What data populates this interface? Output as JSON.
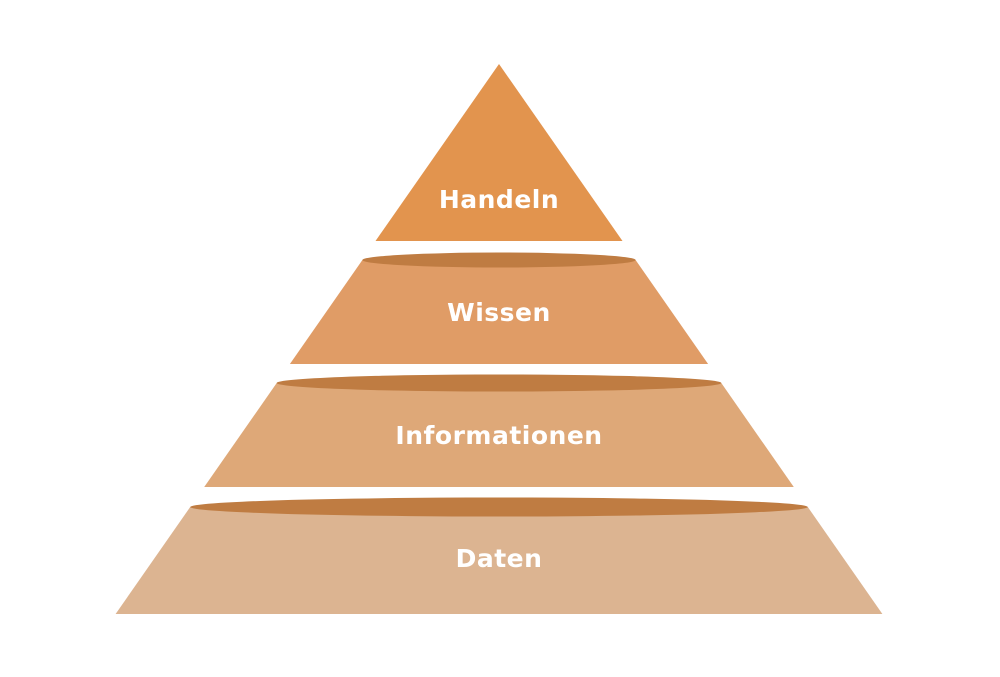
{
  "pyramid": {
    "background_color": "#ffffff",
    "rim_color": "#bf7c42",
    "label_color": "#ffffff",
    "layers": [
      {
        "label": "Handeln",
        "color": "#e2944e"
      },
      {
        "label": "Wissen",
        "color": "#e09c66"
      },
      {
        "label": "Informationen",
        "color": "#dea878"
      },
      {
        "label": "Daten",
        "color": "#dcb491"
      }
    ]
  }
}
